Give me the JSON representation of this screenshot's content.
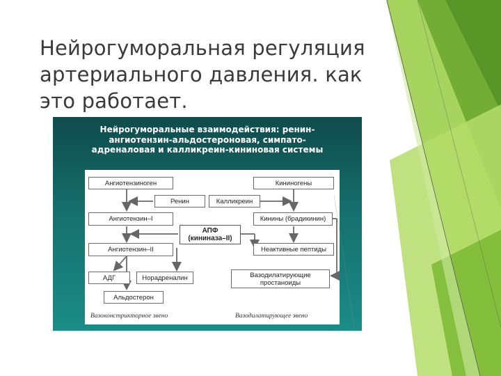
{
  "slide": {
    "title_lines": [
      "Нейрогуморальная регуляция",
      "артериального давления. как",
      "это работает."
    ]
  },
  "figure": {
    "heading_lines": [
      "Нейрогуморальные взаимодействия: ренин-",
      "ангиотензин-альдостероновая, симпато-",
      "адреналовая и калликреин-кининовая системы"
    ],
    "nodes": {
      "angiotensinogen": "Ангиотензиноген",
      "renin": "Ренин",
      "kallikrein": "Калликреин",
      "kininogens": "Кининогены",
      "angiotensin1": "Ангиотензин–I",
      "kinins": "Кинины (брадикинин)",
      "apf_line1": "АПФ",
      "apf_line2": "(кининаза–II)",
      "angiotensin2": "Ангиотензин–II",
      "inactive_peptides": "Неактивные пептиды",
      "adh": "АДГ",
      "noradrenaline": "Норадреналин",
      "vasodilating_prostanoids_line1": "Вазодилатирующие",
      "vasodilating_prostanoids_line2": "простаноиды",
      "aldosterone": "Альдостерон"
    },
    "footer_left": "Вазоконстрикторное звено",
    "footer_right": "Вазодилатирующее звено"
  },
  "colors": {
    "panel_dark": "#0f4b4c",
    "panel_light": "#1b8c86",
    "accent_green": "#8cc63f",
    "accent_green_light": "#b5dc6a"
  }
}
